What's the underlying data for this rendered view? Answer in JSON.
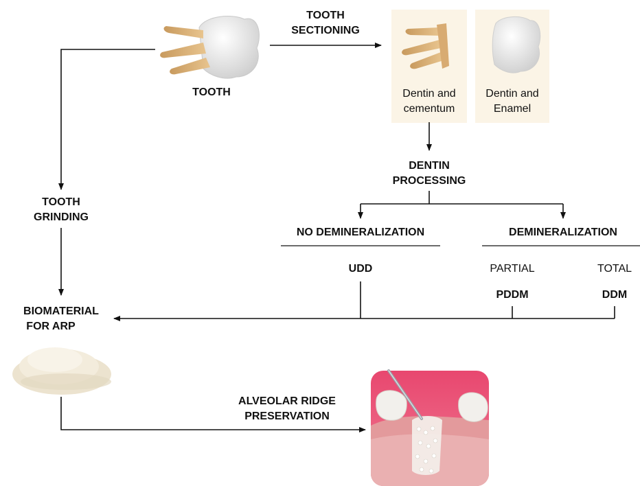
{
  "labels": {
    "tooth": "TOOTH",
    "tooth_sectioning_1": "TOOTH",
    "tooth_sectioning_2": "SECTIONING",
    "dentin_cementum_1": "Dentin and",
    "dentin_cementum_2": "cementum",
    "dentin_enamel_1": "Dentin and",
    "dentin_enamel_2": "Enamel",
    "dentin_processing_1": "DENTIN",
    "dentin_processing_2": "PROCESSING",
    "tooth_grinding_1": "TOOTH",
    "tooth_grinding_2": "GRINDING",
    "no_demineralization": "NO DEMINERALIZATION",
    "demineralization": "DEMINERALIZATION",
    "udd": "UDD",
    "partial": "PARTIAL",
    "total": "TOTAL",
    "pddm": "PDDM",
    "ddm": "DDM",
    "biomaterial_1": "BIOMATERIAL",
    "biomaterial_2": "FOR ARP",
    "arp_1": "ALVEOLAR RIDGE",
    "arp_2": "PRESERVATION"
  },
  "colors": {
    "root": "#d9b07a",
    "crown": "#eeeeee",
    "panel_bg": "#fbf4e6",
    "gum": "#d9888a",
    "bg_pink": "#e6507a"
  }
}
